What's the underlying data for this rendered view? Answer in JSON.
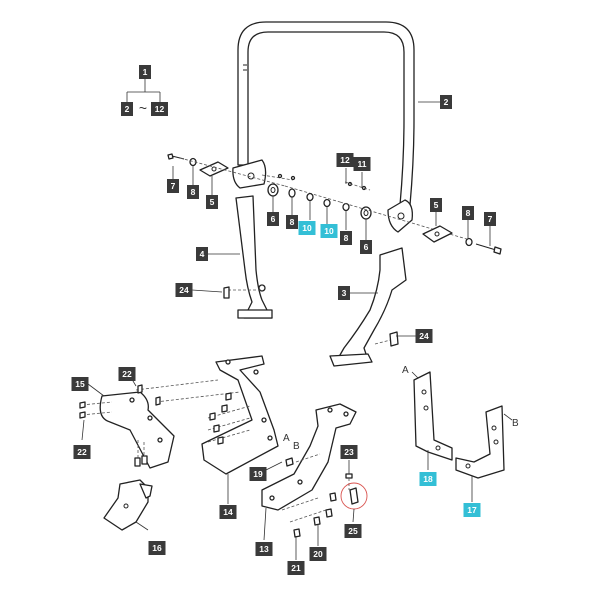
{
  "colors": {
    "callout_default": "#3a3a3a",
    "callout_highlight": "#33bfd6",
    "line": "#222222",
    "circle_marker": "#d9534f"
  },
  "legend": {
    "top": "1",
    "left": "2",
    "separator": "~",
    "right": "12"
  },
  "callouts": [
    {
      "id": "c-2-arch",
      "label": "2",
      "highlight": false
    },
    {
      "id": "c-7-left",
      "label": "7",
      "highlight": false
    },
    {
      "id": "c-8-left",
      "label": "8",
      "highlight": false
    },
    {
      "id": "c-5-left",
      "label": "5",
      "highlight": false
    },
    {
      "id": "c-6-left",
      "label": "6",
      "highlight": false
    },
    {
      "id": "c-8-mid",
      "label": "8",
      "highlight": false
    },
    {
      "id": "c-10-left",
      "label": "10",
      "highlight": true
    },
    {
      "id": "c-10-right",
      "label": "10",
      "highlight": true
    },
    {
      "id": "c-8-right-inner",
      "label": "8",
      "highlight": false
    },
    {
      "id": "c-6-right",
      "label": "6",
      "highlight": false
    },
    {
      "id": "c-12",
      "label": "12",
      "highlight": false
    },
    {
      "id": "c-11",
      "label": "11",
      "highlight": false
    },
    {
      "id": "c-5-right",
      "label": "5",
      "highlight": false
    },
    {
      "id": "c-8-right",
      "label": "8",
      "highlight": false
    },
    {
      "id": "c-7-right",
      "label": "7",
      "highlight": false
    },
    {
      "id": "c-4",
      "label": "4",
      "highlight": false
    },
    {
      "id": "c-3",
      "label": "3",
      "highlight": false
    },
    {
      "id": "c-24-left",
      "label": "24",
      "highlight": false
    },
    {
      "id": "c-24-right",
      "label": "24",
      "highlight": false
    },
    {
      "id": "c-15",
      "label": "15",
      "highlight": false
    },
    {
      "id": "c-22-top",
      "label": "22",
      "highlight": false
    },
    {
      "id": "c-22-left",
      "label": "22",
      "highlight": false
    },
    {
      "id": "c-16",
      "label": "16",
      "highlight": false
    },
    {
      "id": "c-19",
      "label": "19",
      "highlight": false
    },
    {
      "id": "c-14",
      "label": "14",
      "highlight": false
    },
    {
      "id": "c-23",
      "label": "23",
      "highlight": false
    },
    {
      "id": "c-25",
      "label": "25",
      "highlight": false
    },
    {
      "id": "c-13",
      "label": "13",
      "highlight": false
    },
    {
      "id": "c-20",
      "label": "20",
      "highlight": false
    },
    {
      "id": "c-21",
      "label": "21",
      "highlight": false
    },
    {
      "id": "c-18",
      "label": "18",
      "highlight": true
    },
    {
      "id": "c-17",
      "label": "17",
      "highlight": true
    }
  ],
  "letters": {
    "a_mid": "A",
    "b_mid": "B",
    "a_right": "A",
    "b_right": "B"
  }
}
